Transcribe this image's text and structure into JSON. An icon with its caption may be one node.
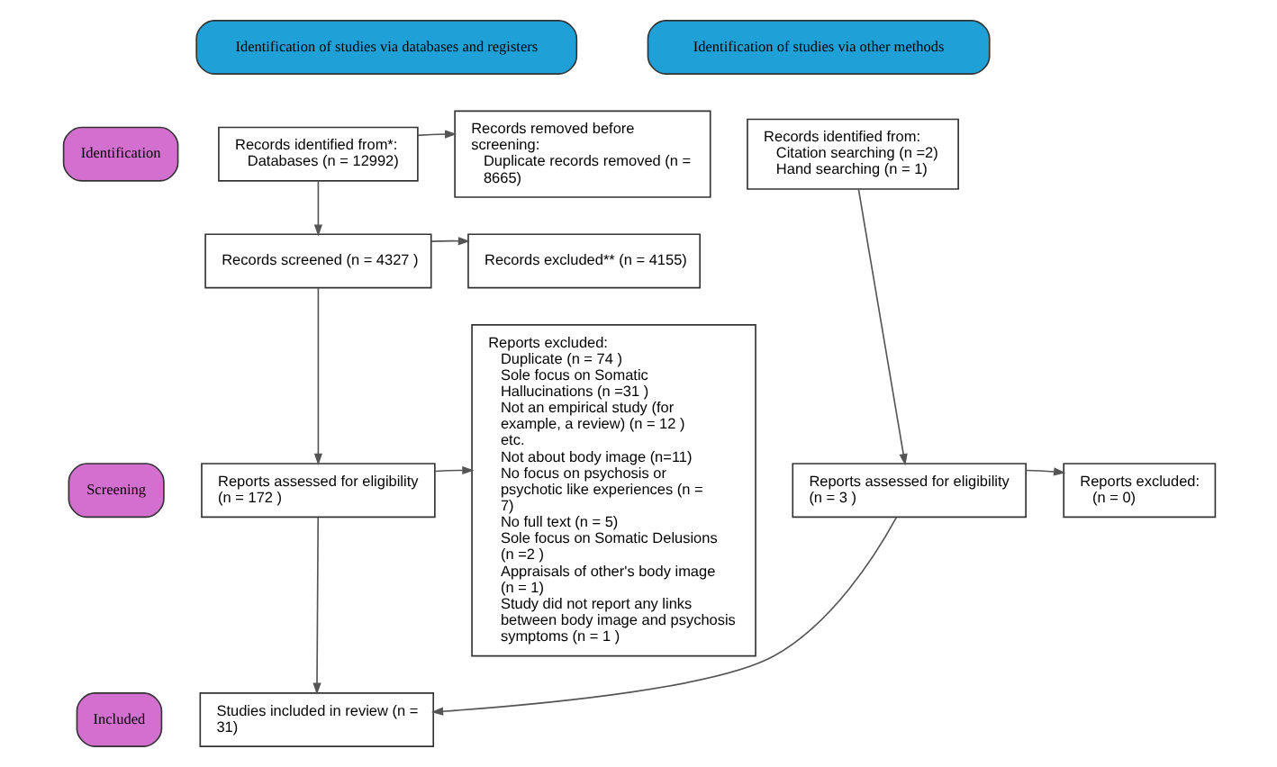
{
  "diagram": {
    "nodes": [
      {
        "text": [
          "Identification of studies via databases and registers"
        ]
      },
      {
        "text": [
          "Identification of studies via other methods"
        ]
      },
      {
        "text": [
          "Identification"
        ]
      },
      {
        "text": [
          "Screening"
        ]
      },
      {
        "text": [
          "Included"
        ]
      },
      {
        "text": [
          "Records identified from*:",
          "Databases (n = 12992)"
        ]
      },
      {
        "text": [
          "Records removed before screening:",
          "Duplicate records removed (n = 8665)"
        ]
      },
      {
        "text": [
          "Records identified from:",
          "Citation searching (n =2)",
          "Hand searching (n = 1)"
        ]
      },
      {
        "text": [
          "Records screened (n = 4327 )"
        ]
      },
      {
        "text": [
          "Records excluded** (n = 4155)"
        ]
      },
      {
        "text": [
          "Reports excluded:",
          "Duplicate (n = 74 )",
          "Sole focus on Somatic Hallucinations (n =31 )",
          "Not an empirical study (for example, a review) (n = 12 ) etc.",
          "Not about body image (n=11)",
          "No focus on psychosis or psychotic like experiences (n = 7)",
          "No full text (n = 5)",
          "Sole focus on Somatic Delusions (n =2 )",
          "Appraisals of other's body image (n = 1)",
          "Study did not report any links between body image and psychosis symptoms (n = 1 )"
        ]
      },
      {
        "text": [
          "Reports assessed for eligibility (n = 172 )"
        ]
      },
      {
        "text": [
          "Reports assessed for eligibility (n = 3 )"
        ]
      },
      {
        "text": [
          "Reports excluded:",
          "(n = 0)"
        ]
      },
      {
        "text": [
          "Studies included in review (n = 31)"
        ]
      }
    ],
    "edges": [
      {
        "from": 5,
        "to": 6,
        "arrow": "to"
      },
      {
        "from": 5,
        "to": 8,
        "arrow": "to"
      },
      {
        "from": 8,
        "to": 9,
        "arrow": "to"
      },
      {
        "from": 8,
        "to": 11,
        "arrow": "to"
      },
      {
        "from": 11,
        "to": 10,
        "arrow": "to"
      },
      {
        "from": 11,
        "to": 14,
        "arrow": "to"
      },
      {
        "from": 7,
        "to": 12,
        "arrow": "to"
      },
      {
        "from": 12,
        "to": 13,
        "arrow": "to"
      },
      {
        "from": 12,
        "to": 14,
        "arrow": "to"
      }
    ]
  }
}
